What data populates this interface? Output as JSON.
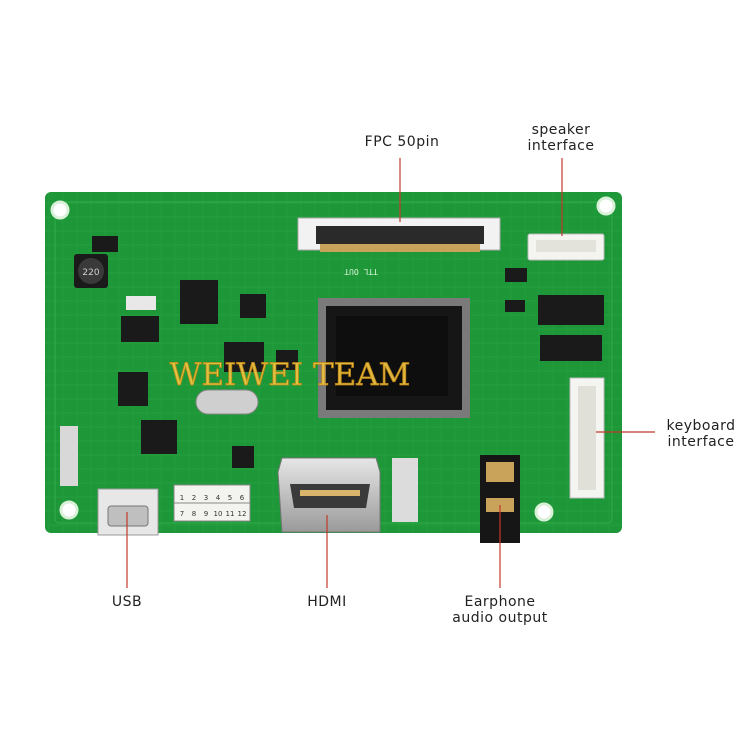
{
  "labels": {
    "fpc": "FPC 50pin",
    "speaker_l1": "speaker",
    "speaker_l2": "interface",
    "keyboard_l1": "keyboard",
    "keyboard_l2": "interface",
    "usb": "USB",
    "hdmi": "HDMI",
    "earphone_l1": "Earphone",
    "earphone_l2": "audio output"
  },
  "watermark": "WEIWEI TEAM",
  "board_silkscreen": {
    "ttl": "TTL OUT",
    "inductor": "220",
    "grid_row1": [
      "1",
      "2",
      "3",
      "4",
      "5",
      "6"
    ],
    "grid_row2": [
      "7",
      "8",
      "9",
      "10",
      "11",
      "12"
    ]
  },
  "colors": {
    "board": "#1f9a3a",
    "leader": "#c0392b"
  }
}
